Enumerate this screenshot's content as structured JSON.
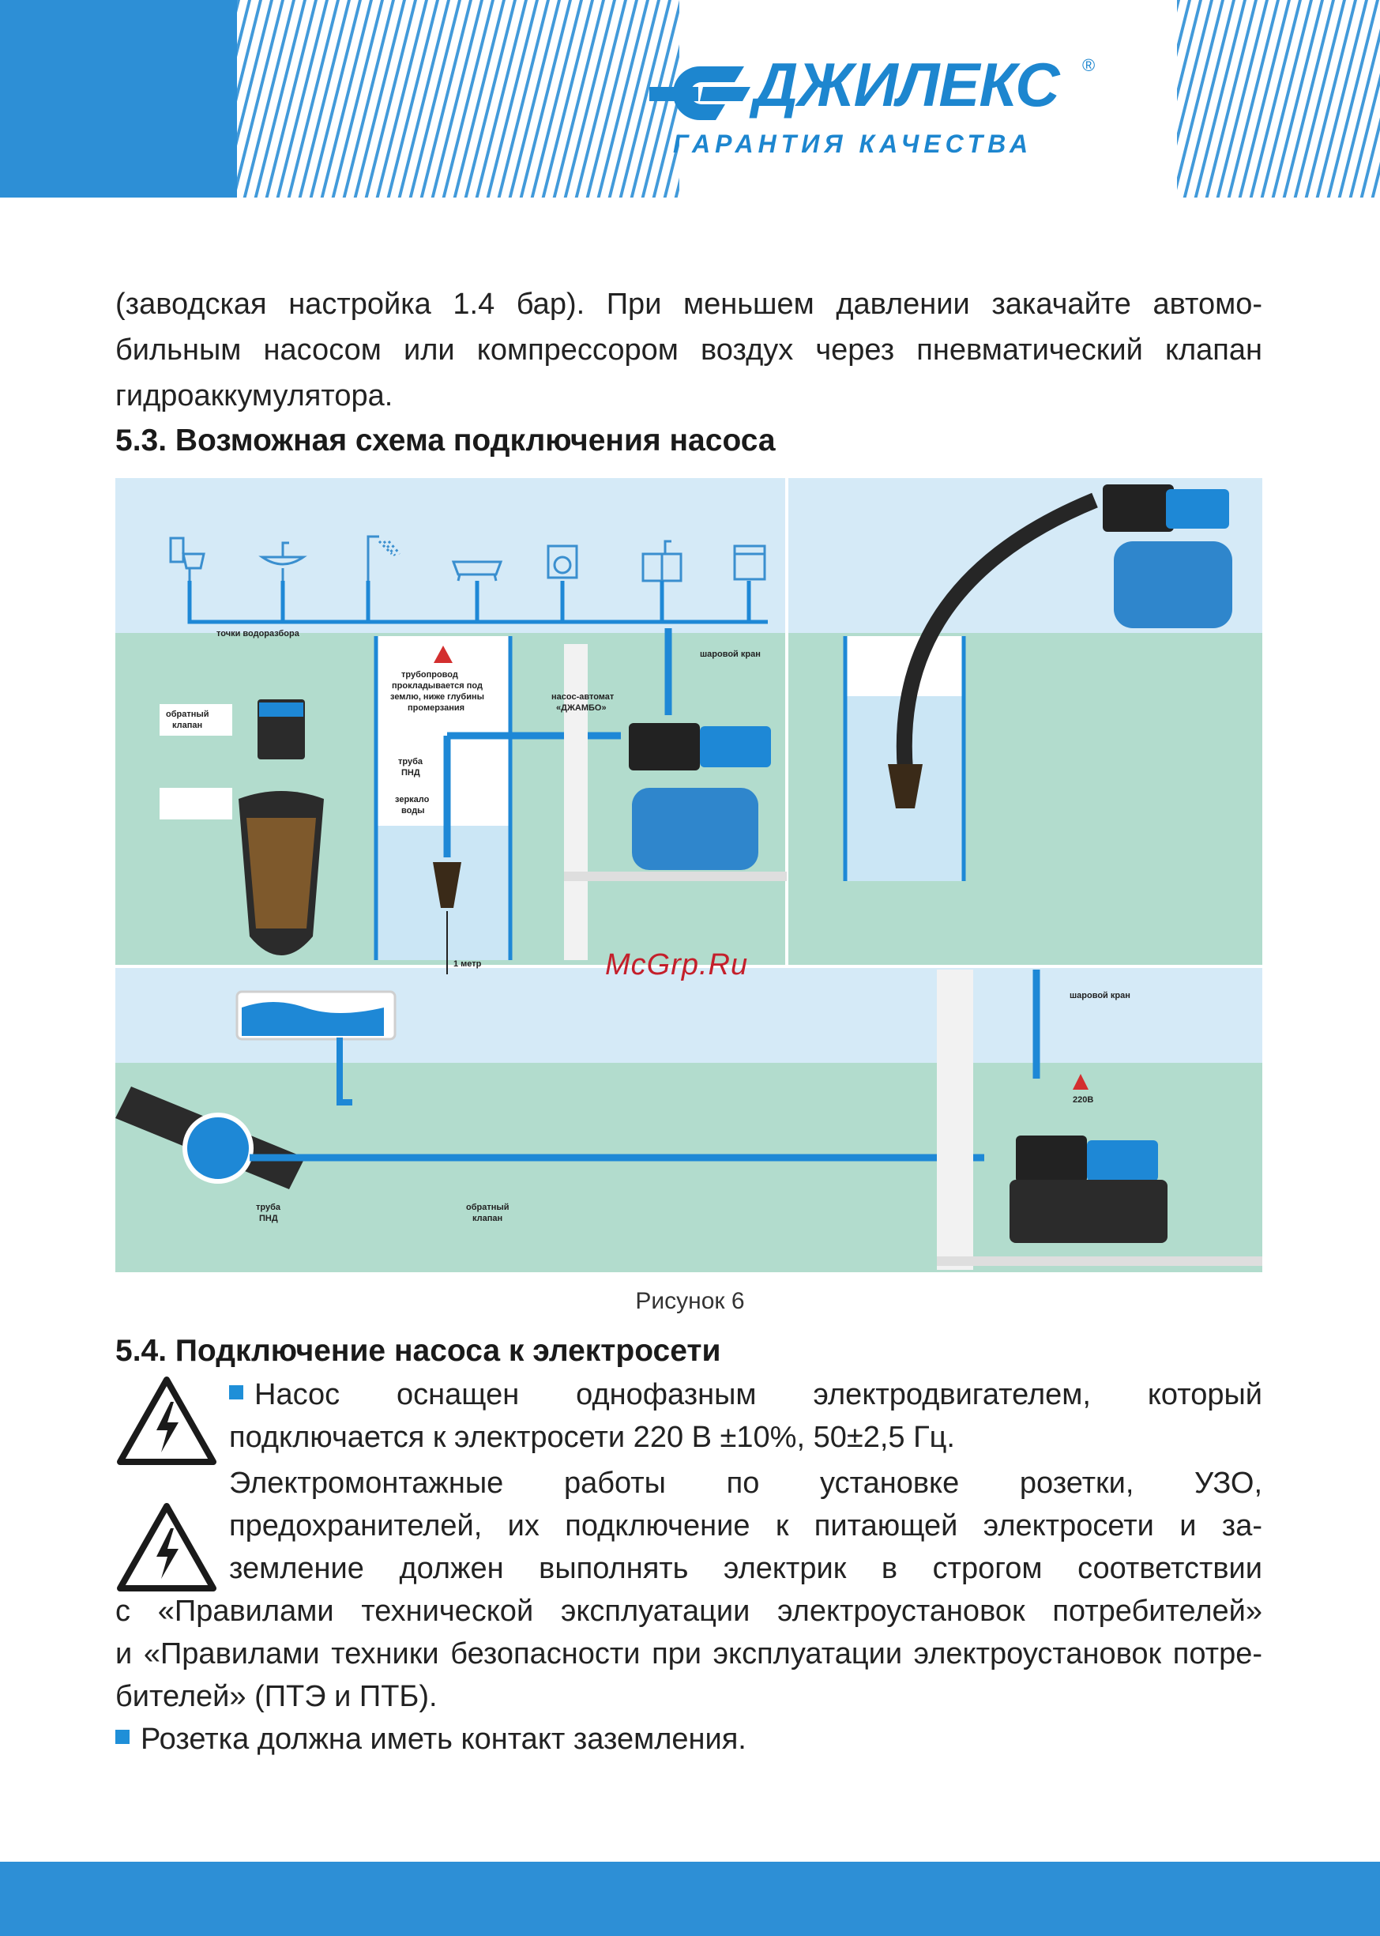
{
  "header": {
    "brand_name": "ДЖИЛЕКС",
    "brand_registered": "®",
    "brand_tagline": "ГАРАНТИЯ КАЧЕСТВА",
    "accent_color": "#2d8fd6"
  },
  "intro_lines": [
    "(заводская настройка 1.4 бар). При меньшем давлении закачайте автомо-",
    "бильным насосом или компрессором воздух через пневматический клапан",
    "гидроаккумулятора."
  ],
  "section_53_title": "5.3. Возможная схема подключения насоса",
  "figure": {
    "labels": {
      "water_points": "точки водоразбора",
      "pipe_underground": [
        "трубопровод",
        "прокладывается под",
        "землю, ниже глубины",
        "промерзания"
      ],
      "check_valve": [
        "обратный",
        "клапан"
      ],
      "pipe_pnd": [
        "труба",
        "ПНД"
      ],
      "water_mirror": [
        "зеркало",
        "воды"
      ],
      "one_meter": "1 метр",
      "ball_valve": "шаровой кран",
      "pump_auto": [
        "насос-автомат",
        "«ДЖАМБО»"
      ],
      "ball_valve_2": "шаровой кран",
      "voltage": "220В",
      "pipe_pnd_2": [
        "труба",
        "ПНД"
      ],
      "check_valve_2": [
        "обратный",
        "клапан"
      ]
    },
    "icons": [
      "toilet-icon",
      "sink-icon",
      "shower-icon",
      "bathtub-icon",
      "washing-machine-icon",
      "kitchen-sink-icon",
      "dishwasher-icon"
    ]
  },
  "watermark": "McGrp.Ru",
  "figure_caption": "Рисунок 6",
  "section_54_title": "5.4. Подключение насоса к электросети",
  "bullet1_lines": [
    "Насос оснащен однофазным электродвигателем, который",
    "подключается к электросети 220 В ±10%, 50±2,5 Гц."
  ],
  "para2_lines": [
    "Электромонтажные работы по установке розетки, УЗО,",
    "предохранителей, их подключение к питающей электросети и за-",
    "земление должен выполнять электрик в строгом соответствии",
    "с «Правилами технической эксплуатации электроустановок потребителей»",
    "и «Правилами техники безопасности при эксплуатации электроустановок потре-",
    "бителей» (ПТЭ и ПТБ)."
  ],
  "bullet2": "Розетка должна иметь контакт заземления."
}
